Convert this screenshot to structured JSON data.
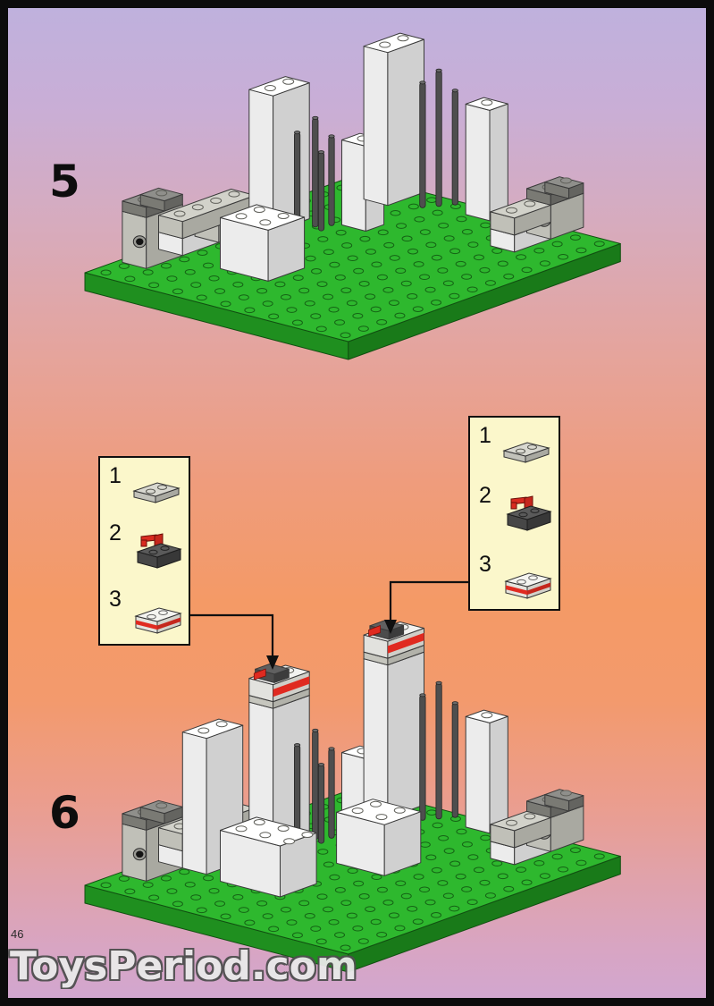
{
  "page": {
    "number": "46",
    "watermark": "ToysPeriod.com"
  },
  "steps": {
    "step5": {
      "label": "5"
    },
    "step6": {
      "label": "6"
    }
  },
  "callouts": {
    "left": {
      "items": [
        {
          "num": "1",
          "part": "gray-plate-1x2"
        },
        {
          "num": "2",
          "part": "black-brick-1x2-with-red-tap"
        },
        {
          "num": "3",
          "part": "white-brick-1x2-with-red-stripe"
        }
      ]
    },
    "right": {
      "items": [
        {
          "num": "1",
          "part": "gray-plate-1x2"
        },
        {
          "num": "2",
          "part": "black-brick-1x2-with-red-tap"
        },
        {
          "num": "3",
          "part": "white-brick-1x2-with-red-stripe"
        }
      ]
    }
  },
  "colors": {
    "baseplate_green": "#2eb82e",
    "accent_red": "#e02a20",
    "callout_bg": "#fbf7cb",
    "border_black": "#0c0c0c",
    "brick_white": "#ffffff",
    "brick_gray": "#d2d2ca"
  }
}
